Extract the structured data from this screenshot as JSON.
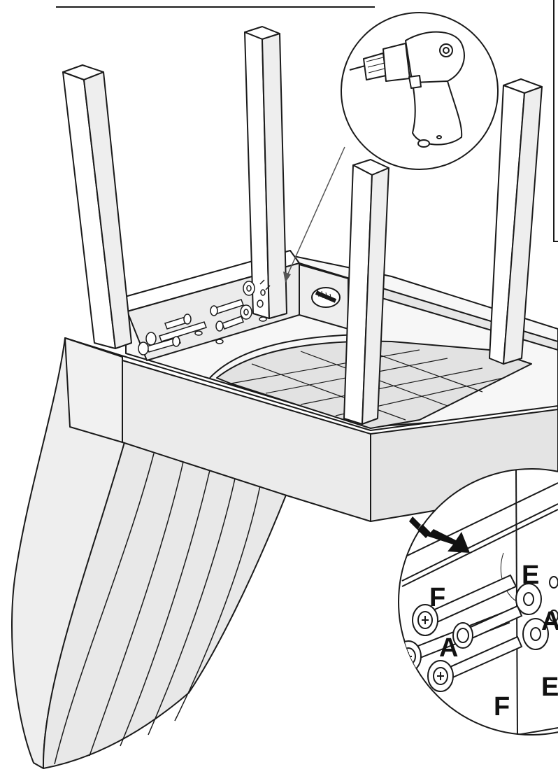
{
  "diagram": {
    "callout_labels": {
      "e_top": "E",
      "f_top": "F",
      "a_right": "A",
      "a_left": "A",
      "e_bottom": "E",
      "f_bottom": "F"
    },
    "colors": {
      "line": "#1a1a1a",
      "wood_light": "#ffffff",
      "wood_side": "#eeeeee",
      "wood_shadow": "#d9d9d9",
      "seat_slats": "#e2e2e2",
      "arrow": "#111111",
      "indicator_line": "#555555"
    },
    "icons": [
      "power-drill-icon",
      "screw-icon",
      "washer-icon",
      "direction-arrow-icon"
    ]
  }
}
